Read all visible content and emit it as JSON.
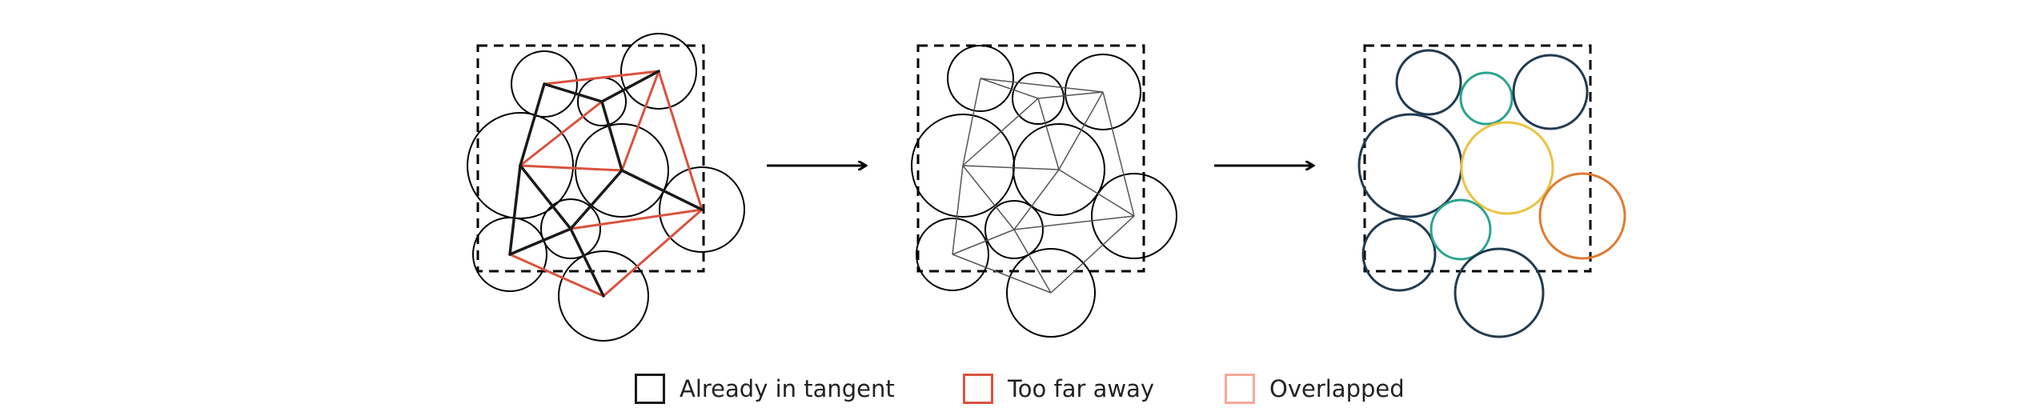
{
  "colors": {
    "black": "#1a1a1a",
    "red": "#d9533f",
    "pink": "#f2a99c",
    "navy": "#223b4f",
    "teal": "#2aa58f",
    "yellow": "#ecc23f",
    "orange": "#df7a30"
  },
  "legend": [
    {
      "label": "Already in tangent",
      "color": "#1a1a1a"
    },
    {
      "label": "Too far away",
      "color": "#d9533f"
    },
    {
      "label": "Overlapped",
      "color": "#f2a99c"
    }
  ],
  "panels": [
    {
      "state": "initial",
      "line_style": "thick, colored by status"
    },
    {
      "state": "triangulated",
      "line_style": "thin"
    },
    {
      "state": "colored",
      "circle_colors": [
        "navy",
        "teal",
        "yellow",
        "orange"
      ]
    }
  ],
  "arrows": 2
}
